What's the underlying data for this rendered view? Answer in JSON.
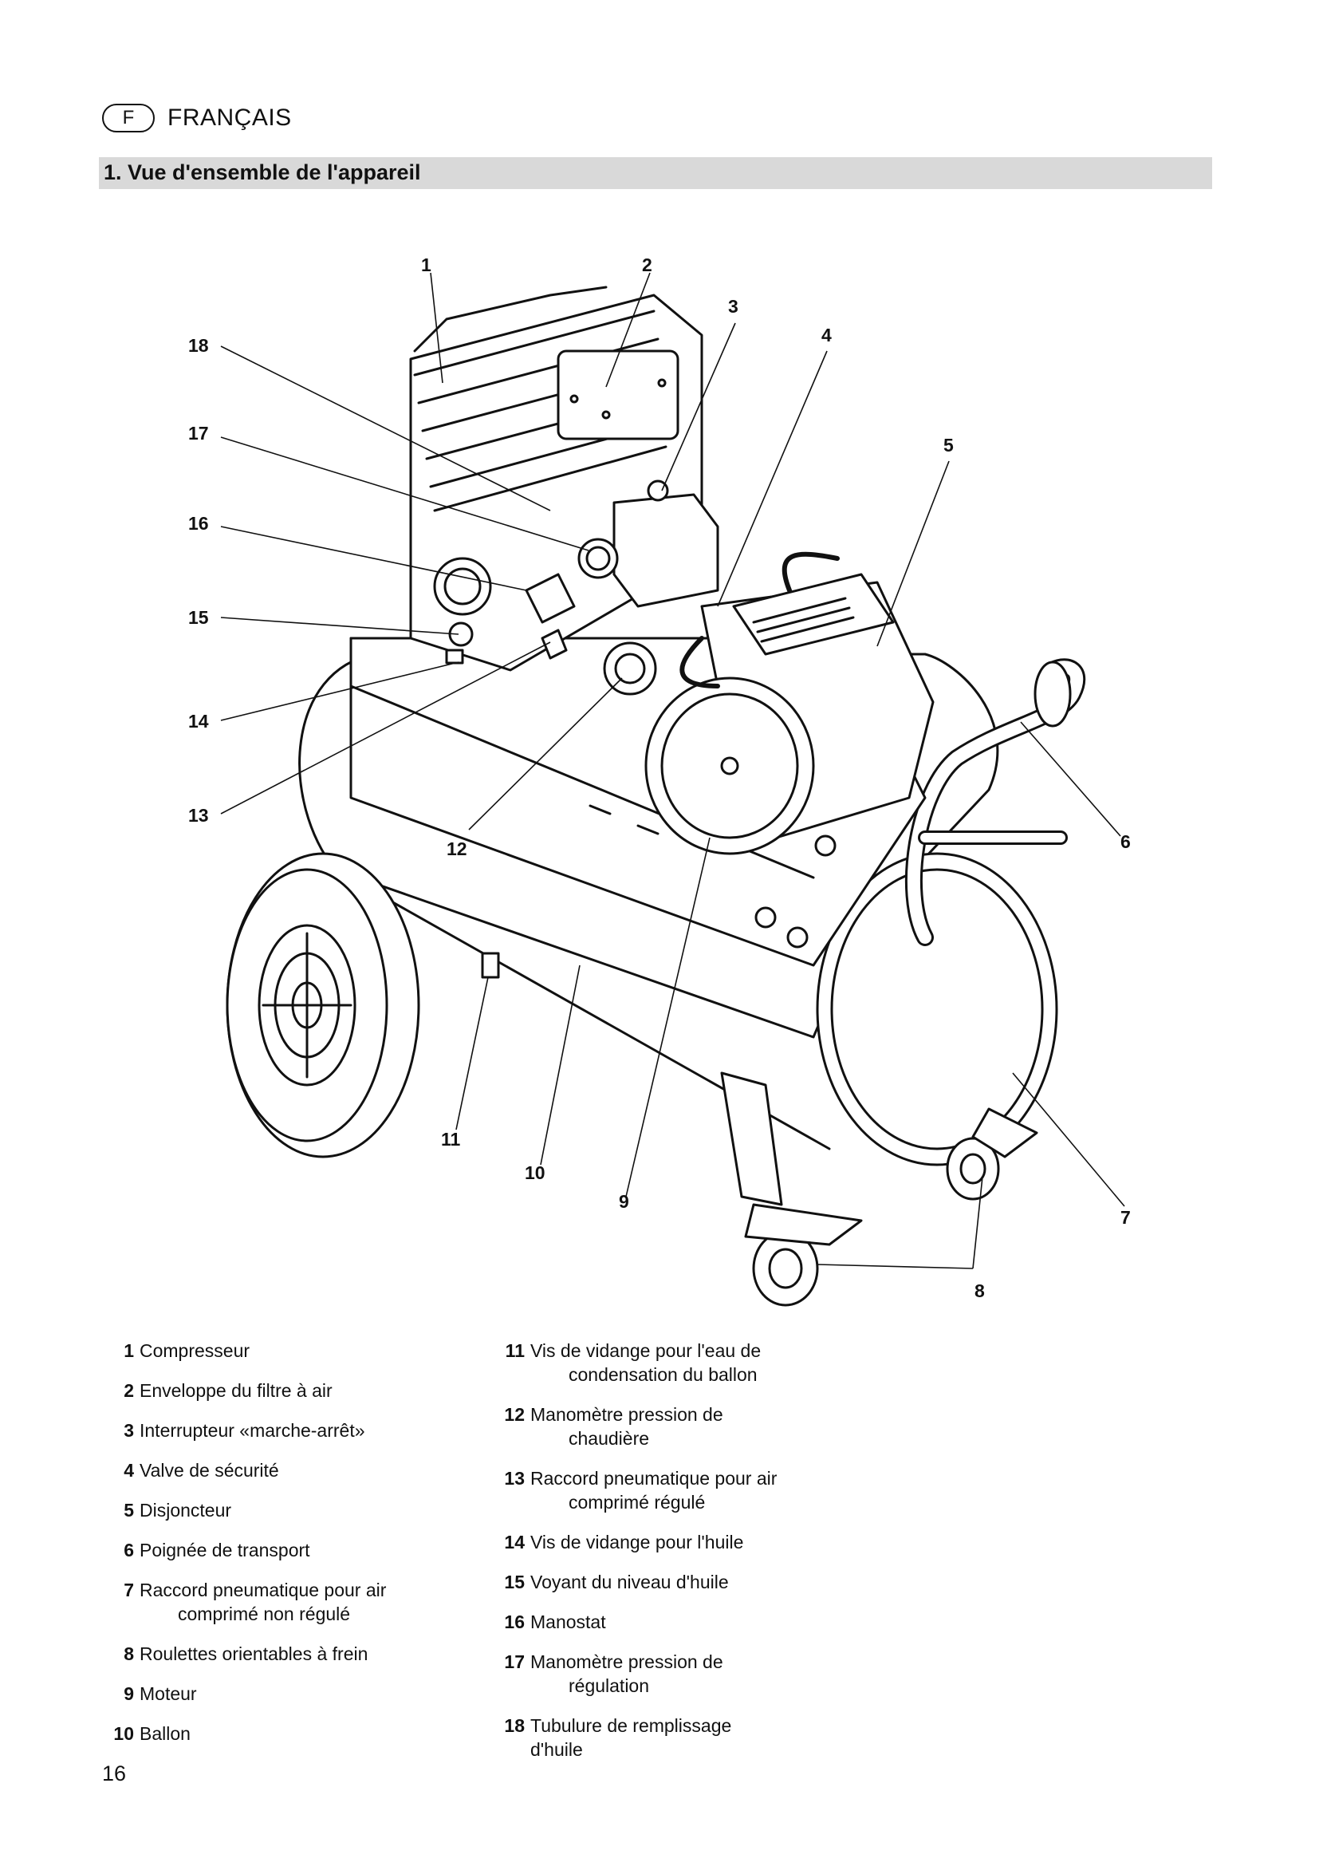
{
  "header": {
    "lang_code": "F",
    "lang_name": "FRANÇAIS",
    "section_title": "1. Vue d'ensemble de l'appareil"
  },
  "callouts": [
    "1",
    "2",
    "3",
    "4",
    "5",
    "6",
    "7",
    "8",
    "9",
    "10",
    "11",
    "12",
    "13",
    "14",
    "15",
    "16",
    "17",
    "18"
  ],
  "legend": {
    "left": [
      {
        "num": "1",
        "line1": "Compresseur",
        "line2": ""
      },
      {
        "num": "2",
        "line1": "Enveloppe du filtre à air",
        "line2": ""
      },
      {
        "num": "3",
        "line1": "Interrupteur «marche-arrêt»",
        "line2": ""
      },
      {
        "num": "4",
        "line1": "Valve de sécurité",
        "line2": ""
      },
      {
        "num": "5",
        "line1": "Disjoncteur",
        "line2": ""
      },
      {
        "num": "6",
        "line1": "Poignée de transport",
        "line2": ""
      },
      {
        "num": "7",
        "line1": "Raccord pneumatique pour air",
        "line2": "comprimé non régulé"
      },
      {
        "num": "8",
        "line1": "Roulettes orientables à frein",
        "line2": ""
      },
      {
        "num": "9",
        "line1": "Moteur",
        "line2": ""
      },
      {
        "num": "10",
        "line1": "Ballon",
        "line2": ""
      }
    ],
    "right": [
      {
        "num": "11",
        "line1": "Vis de vidange pour l'eau de",
        "line2": "condensation du ballon"
      },
      {
        "num": "12",
        "line1": "Manomètre pression de",
        "line2": "chaudière"
      },
      {
        "num": "13",
        "line1": "Raccord pneumatique pour air",
        "line2": "comprimé régulé"
      },
      {
        "num": "14",
        "line1": "Vis de vidange pour l'huile",
        "line2": ""
      },
      {
        "num": "15",
        "line1": "Voyant du niveau d'huile",
        "line2": ""
      },
      {
        "num": "16",
        "line1": "Manostat",
        "line2": ""
      },
      {
        "num": "17",
        "line1": "Manomètre pression de",
        "line2": "régulation"
      },
      {
        "num": "18",
        "line1": "Tubulure de remplissage d'huile",
        "line2": ""
      }
    ]
  },
  "page_number": "16"
}
